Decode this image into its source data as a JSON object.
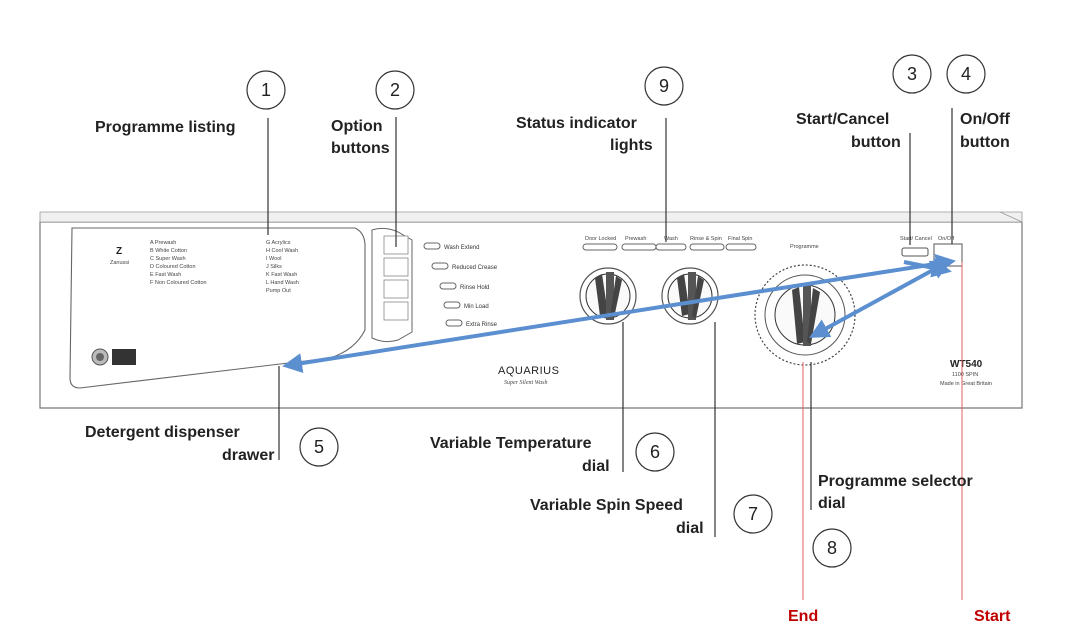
{
  "callouts": [
    {
      "num": "1",
      "label_lines": [
        "Programme listing"
      ]
    },
    {
      "num": "2",
      "label_lines": [
        "Option",
        "buttons"
      ]
    },
    {
      "num": "9",
      "label_lines": [
        "Status indicator",
        "lights"
      ]
    },
    {
      "num": "3",
      "label_lines": [
        "Start/Cancel",
        "button"
      ]
    },
    {
      "num": "4",
      "label_lines": [
        "On/Off",
        "button"
      ]
    },
    {
      "num": "5",
      "label_lines": [
        "Detergent dispenser",
        "drawer"
      ]
    },
    {
      "num": "6",
      "label_lines": [
        "Variable Temperature",
        "dial"
      ]
    },
    {
      "num": "7",
      "label_lines": [
        "Variable Spin Speed",
        "dial"
      ]
    },
    {
      "num": "8",
      "label_lines": [
        "Programme selector",
        "dial"
      ]
    }
  ],
  "markers": {
    "end": "End",
    "start": "Start"
  },
  "panel": {
    "logo_badge": "Z",
    "logo_sub": "Zanussi",
    "programmes_left": [
      "A  Prewash",
      "B  White Cotton",
      "C  Super Wash",
      "D  Coloured Cotton",
      "E  Fast Wash",
      "F  Non Coloured Cotton"
    ],
    "programmes_right": [
      "G  Acrylics",
      "H  Cool Wash",
      "I  Wool",
      "J  Silks",
      "K  Fast Wash",
      "L  Hand Wash",
      "   Pump Out"
    ],
    "options": [
      "Wash Extend",
      "Reduced Crease",
      "Rinse Hold",
      "Min Load",
      "Extra Rinse"
    ],
    "status_lights": [
      "Door Locked",
      "Prewash",
      "Wash",
      "Rinse & Spin",
      "Final Spin"
    ],
    "start_cancel_label": "Start/ Cancel",
    "on_off_label": "On/Off",
    "programme_label": "Programme",
    "brand": "AQUARIUS",
    "brand_sub": "Super Silent Wash",
    "model": "WT540",
    "model_sub1": "1100 SPIN",
    "model_sub2": "Made in Great Britain"
  }
}
